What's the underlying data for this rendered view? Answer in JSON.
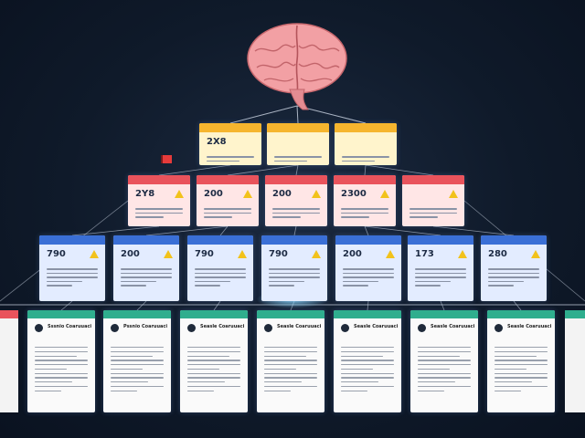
{
  "diagram": {
    "root": {
      "icon": "brain-icon",
      "color": "#f4a3a3"
    },
    "tier1": [
      {
        "header": "",
        "value": "2X8",
        "unit": ""
      },
      {
        "header": "",
        "value": "",
        "unit": ""
      },
      {
        "header": "",
        "value": "",
        "unit": ""
      }
    ],
    "tier2": [
      {
        "header": "",
        "value": "2Y8",
        "unit": ""
      },
      {
        "header": "",
        "value": "200",
        "unit": ""
      },
      {
        "header": "",
        "value": "200",
        "unit": ""
      },
      {
        "header": "",
        "value": "2300",
        "unit": ""
      },
      {
        "header": "",
        "value": "",
        "unit": ""
      }
    ],
    "tier3": [
      {
        "header": "",
        "value": "790",
        "unit": ""
      },
      {
        "header": "",
        "value": "200",
        "unit": ""
      },
      {
        "header": "",
        "value": "790",
        "unit": ""
      },
      {
        "header": "",
        "value": "790",
        "unit": ""
      },
      {
        "header": "",
        "value": "200",
        "unit": ""
      },
      {
        "header": "",
        "value": "173",
        "unit": ""
      },
      {
        "header": "",
        "value": "280",
        "unit": ""
      }
    ],
    "tier4": [
      {
        "title": "Sssnio Coaruuaci"
      },
      {
        "title": "Pssnio Coaruuaci"
      },
      {
        "title": "Seasle Coaruuaci"
      },
      {
        "title": "Seasle Coaruuaci"
      },
      {
        "title": "Seasle Coaruuaci"
      },
      {
        "title": "Seasle Coaruuaci"
      },
      {
        "title": "Seasle Coaruuaci"
      }
    ],
    "colors": {
      "tier1": "#f6b52e",
      "tier2": "#e9535c",
      "tier3": "#3a6fd6",
      "tier4": "#2fae8e",
      "link": "#cfd8e6"
    }
  }
}
